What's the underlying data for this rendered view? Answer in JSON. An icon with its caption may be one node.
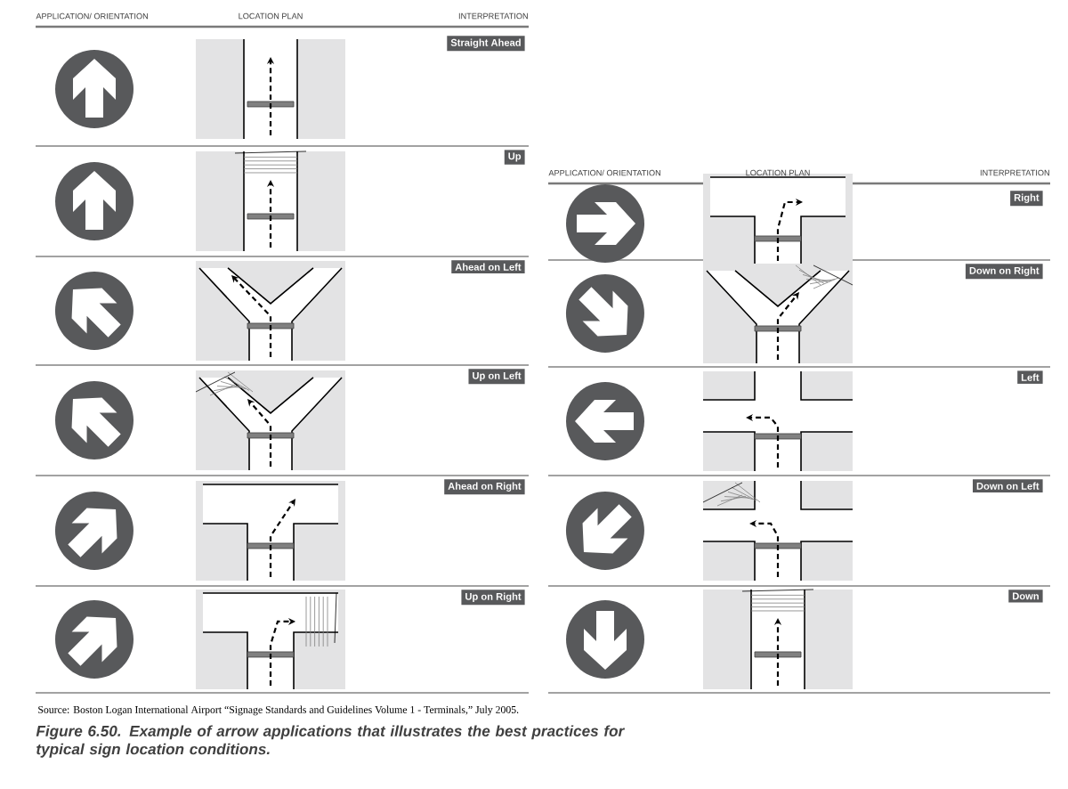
{
  "diagram": {
    "caption": "Figure 6.50. Example of arrow applications that illustrates the best practices for typical sign location conditions.",
    "nodes": [
      {
        "text": [
          "Straight Ahead"
        ]
      },
      {
        "text": [
          "Up"
        ]
      },
      {
        "text": [
          "Ahead on Left"
        ]
      },
      {
        "text": [
          "Up on Left"
        ]
      },
      {
        "text": [
          "Ahead on Right"
        ]
      },
      {
        "text": [
          "Up on Right"
        ]
      },
      {
        "text": [
          "Right"
        ]
      },
      {
        "text": [
          "Down on Right"
        ]
      },
      {
        "text": [
          "Left"
        ]
      },
      {
        "text": [
          "Down on Left"
        ]
      },
      {
        "text": [
          "Down"
        ]
      }
    ],
    "labels": [
      "APPLICATION/ ORIENTATION",
      "LOCATION PLAN",
      "INTERPRETATION",
      "APPLICATION/ ORIENTATION",
      "LOCATION PLAN",
      "INTERPRETATION",
      "Source: Boston Logan International Airport “Signage Standards and Guidelines Volume 1 - Terminals,” July 2005."
    ]
  }
}
